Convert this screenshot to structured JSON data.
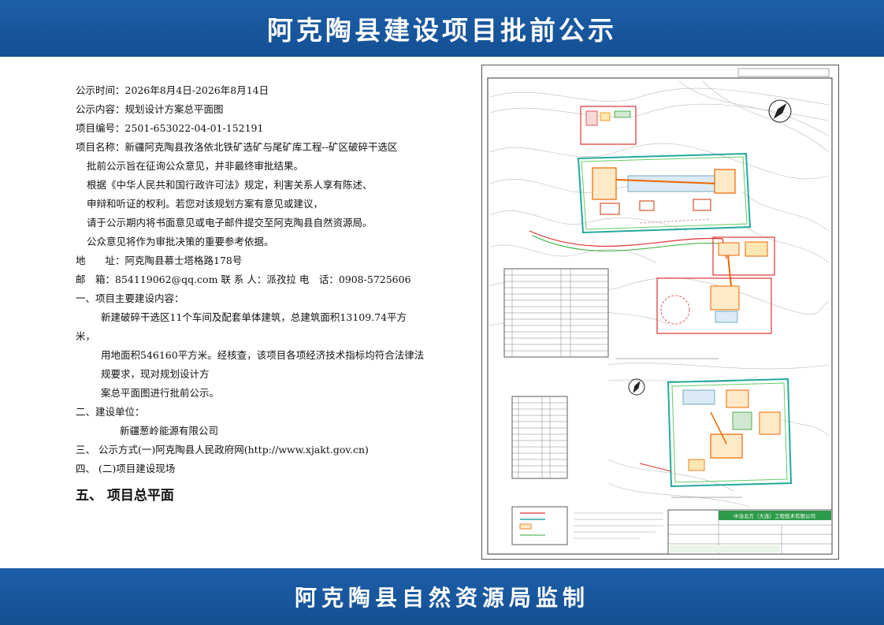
{
  "header": {
    "title": "阿克陶县建设项目批前公示"
  },
  "footer": {
    "title": "阿克陶县自然资源局监制"
  },
  "notice": {
    "period": "公示时间：2026年8月4日-2026年8月14日",
    "content": "公示内容：规划设计方案总平面图",
    "project_no": "项目编号：2501-653022-04-01-152191",
    "project_name": "项目名称：新疆阿克陶县孜洛依北铁矿选矿与尾矿库工程--矿区破碎干选区",
    "purpose": "批前公示旨在征询公众意见，并非最终审批结果。",
    "law_1": "根据《中华人民共和国行政许可法》规定，利害关系人享有陈述、",
    "law_2": "申辩和听证的权利。若您对该规划方案有意见或建议，",
    "law_3": "请于公示期内将书面意见或电子邮件提交至阿克陶县自然资源局。",
    "law_4": "公众意见将作为审批决策的重要参考依据。",
    "address": "地　　址：阿克陶县慕士塔格路178号",
    "contact": "邮　箱：854119062@qq.com 联 系 人：派孜拉 电　话：0908-5725606",
    "sec1": "一、项目主要建设内容：",
    "sec1_p1": "新建破碎干选区11个车间及配套单体建筑，总建筑面积13109.74平方",
    "sec1_p2": "米，",
    "sec1_p3": "用地面积546160平方米。经核查，该项目各项经济技术指标均符合法律法",
    "sec1_p4": "规要求，现对规划设计方",
    "sec1_p5": "案总平面图进行批前公示。",
    "sec2": "二、建设单位：",
    "sec2_val": "新疆葱岭能源有限公司",
    "sec3": "三、 公示方式(一)阿克陶县人民政府网(http://www.xjakt.gov.cn)",
    "sec4": "四、 (二)项目建设现场",
    "sec5": "五、 项目总平面"
  },
  "drawing": {
    "title_block": "中冶北方（大连）工程技术有限公司"
  }
}
